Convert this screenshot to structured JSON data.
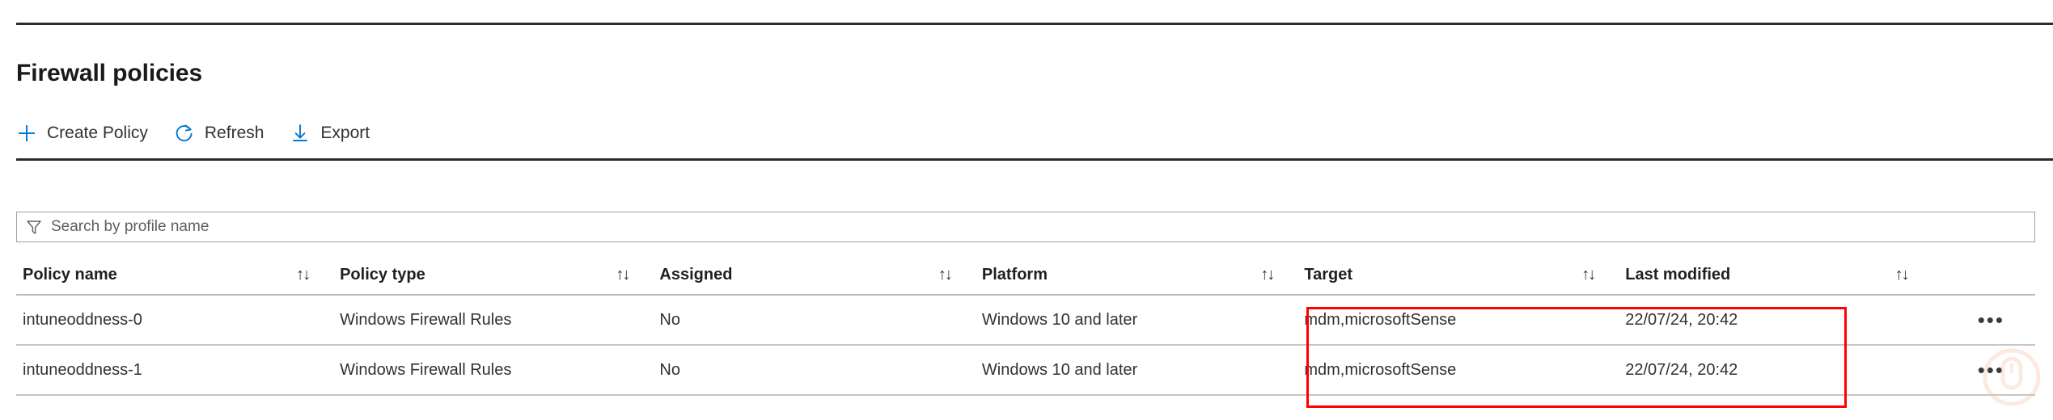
{
  "page": {
    "title": "Firewall policies"
  },
  "toolbar": {
    "buttons": [
      {
        "label": "Create Policy",
        "icon": "plus-icon"
      },
      {
        "label": "Refresh",
        "icon": "refresh-icon"
      },
      {
        "label": "Export",
        "icon": "download-icon"
      }
    ]
  },
  "search": {
    "placeholder": "Search by profile name",
    "value": "",
    "icon": "filter-icon"
  },
  "table": {
    "sort_icon": "↑↓",
    "actions_icon": "•••",
    "columns": [
      {
        "key": "policy_name",
        "label": "Policy name"
      },
      {
        "key": "policy_type",
        "label": "Policy type"
      },
      {
        "key": "assigned",
        "label": "Assigned"
      },
      {
        "key": "platform",
        "label": "Platform"
      },
      {
        "key": "target",
        "label": "Target"
      },
      {
        "key": "last_modified",
        "label": "Last modified"
      }
    ],
    "rows": [
      {
        "policy_name": "intuneoddness-0",
        "policy_type": "Windows Firewall Rules",
        "assigned": "No",
        "platform": "Windows 10 and later",
        "target": "mdm,microsoftSense",
        "last_modified": "22/07/24, 20:42"
      },
      {
        "policy_name": "intuneoddness-1",
        "policy_type": "Windows Firewall Rules",
        "assigned": "No",
        "platform": "Windows 10 and later",
        "target": "mdm,microsoftSense",
        "last_modified": "22/07/24, 20:42"
      }
    ]
  },
  "annotation": {
    "highlight_color": "#ff0000",
    "description": "Red rectangle highlighting Target and Last modified columns"
  },
  "colors": {
    "accent": "#0078d4",
    "text": "#323130",
    "heading": "#1b1a19",
    "border": "#c8c6c4",
    "highlight": "#ff0000"
  }
}
